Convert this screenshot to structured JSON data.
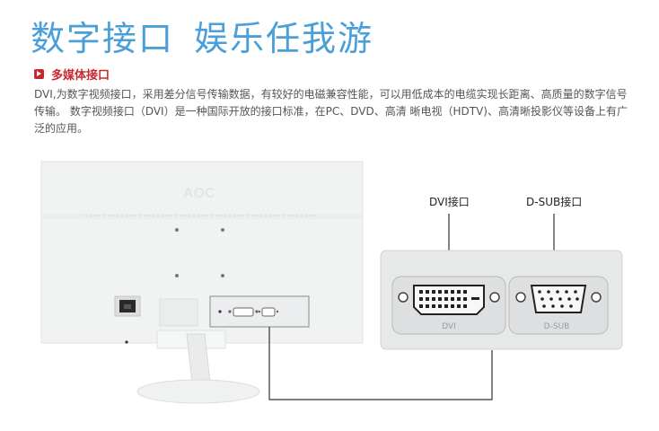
{
  "hero": {
    "title_left": "数字接口",
    "title_right": "娱乐任我游"
  },
  "section": {
    "title": "多媒体接口"
  },
  "description": "DVI,为数字视频接口，采用差分信号传输数据，有较好的电磁兼容性能，可以用低成本的电缆实现长距离、高质量的数字信号传输。 数字视频接口（DVI）是一种国际开放的接口标准，在PC、DVD、高清 晰电视（HDTV)、高清晰投影仪等设备上有广泛的应用。",
  "monitor": {
    "brand": "AOC"
  },
  "ports": {
    "dvi_label": "DVI接口",
    "dsub_label": "D-SUB接口",
    "dvi_engraving": "DVI",
    "dsub_engraving": "D-SUB"
  },
  "colors": {
    "title_blue": "#4a9fd9",
    "accent_red": "#c8282d",
    "line_dark": "#333333"
  }
}
